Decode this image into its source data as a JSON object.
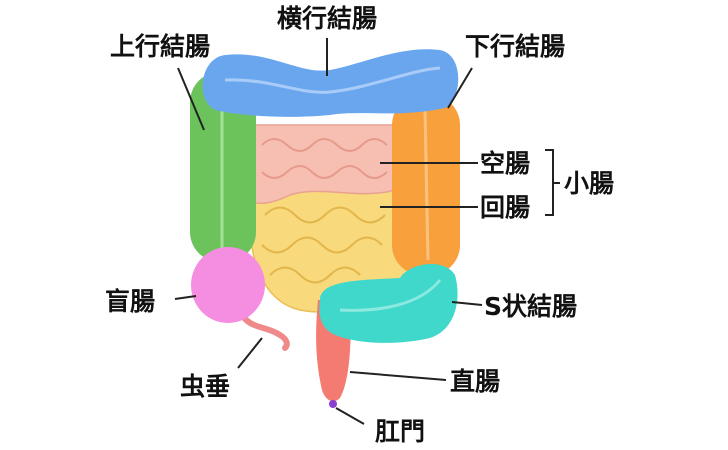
{
  "labels": {
    "transverse_colon": "横行結腸",
    "ascending_colon": "上行結腸",
    "descending_colon": "下行結腸",
    "jejunum": "空腸",
    "ileum": "回腸",
    "small_intestine": "小腸",
    "cecum": "盲腸",
    "sigmoid_colon": "S状結腸",
    "appendix": "虫垂",
    "rectum": "直腸",
    "anus": "肛門"
  },
  "colors": {
    "transverse_colon": "#6aa6ee",
    "ascending_colon": "#6cc35c",
    "descending_colon": "#f7a03c",
    "jejunum": "#f7bfb2",
    "ileum": "#f8d97c",
    "cecum": "#f58de0",
    "sigmoid_colon": "#3fd8cb",
    "rectum": "#f47b72",
    "anus": "#8a3fd0",
    "appendix": "#f08a8a"
  }
}
